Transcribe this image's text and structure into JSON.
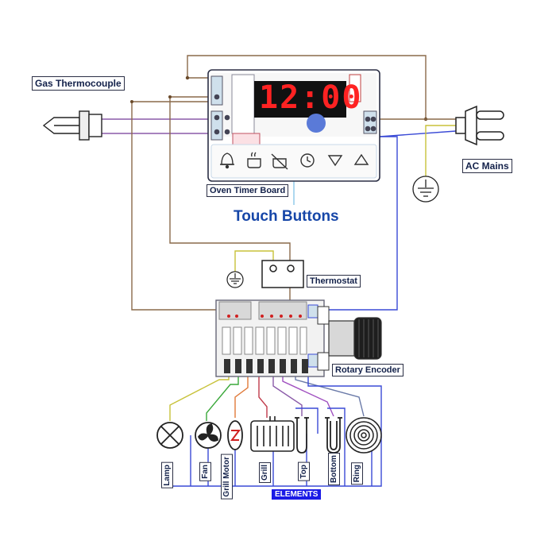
{
  "labels": {
    "gas_thermocouple": "Gas Thermocouple",
    "ac_mains": "AC Mains",
    "oven_timer_board": "Oven Timer Board",
    "touch_buttons": "Touch Buttons",
    "thermostat": "Thermostat",
    "rotary_encoder": "Rotary Encoder",
    "elements": "ELEMENTS"
  },
  "display": {
    "time": "12:00"
  },
  "loads": [
    {
      "label": "Lamp",
      "icon": "lamp-icon"
    },
    {
      "label": "Fan",
      "icon": "fan-icon"
    },
    {
      "label": "Grill Motor",
      "icon": "grill-motor-icon"
    },
    {
      "label": "Grill",
      "icon": "grill-element-icon"
    },
    {
      "label": "Top",
      "icon": "top-element-icon"
    },
    {
      "label": "Bottom",
      "icon": "bottom-element-icon"
    },
    {
      "label": "Ring",
      "icon": "ring-element-icon"
    }
  ],
  "touch_icons": [
    "bell-icon",
    "cooking-pot-icon",
    "no-cooking-icon",
    "clock-icon",
    "down-arrow-icon",
    "up-arrow-icon"
  ],
  "colors": {
    "wire_brown": "#8a6a4a",
    "wire_purple": "#8a5aa8",
    "wire_blue": "#3a4ad6",
    "wire_yellow_green": "#c8c23a",
    "wire_green": "#3aa83a",
    "wire_light_blue": "#8ac8e8",
    "display_red": "#ff2222",
    "title_blue": "#1646a8",
    "elements_bg": "#1a1ae6"
  }
}
